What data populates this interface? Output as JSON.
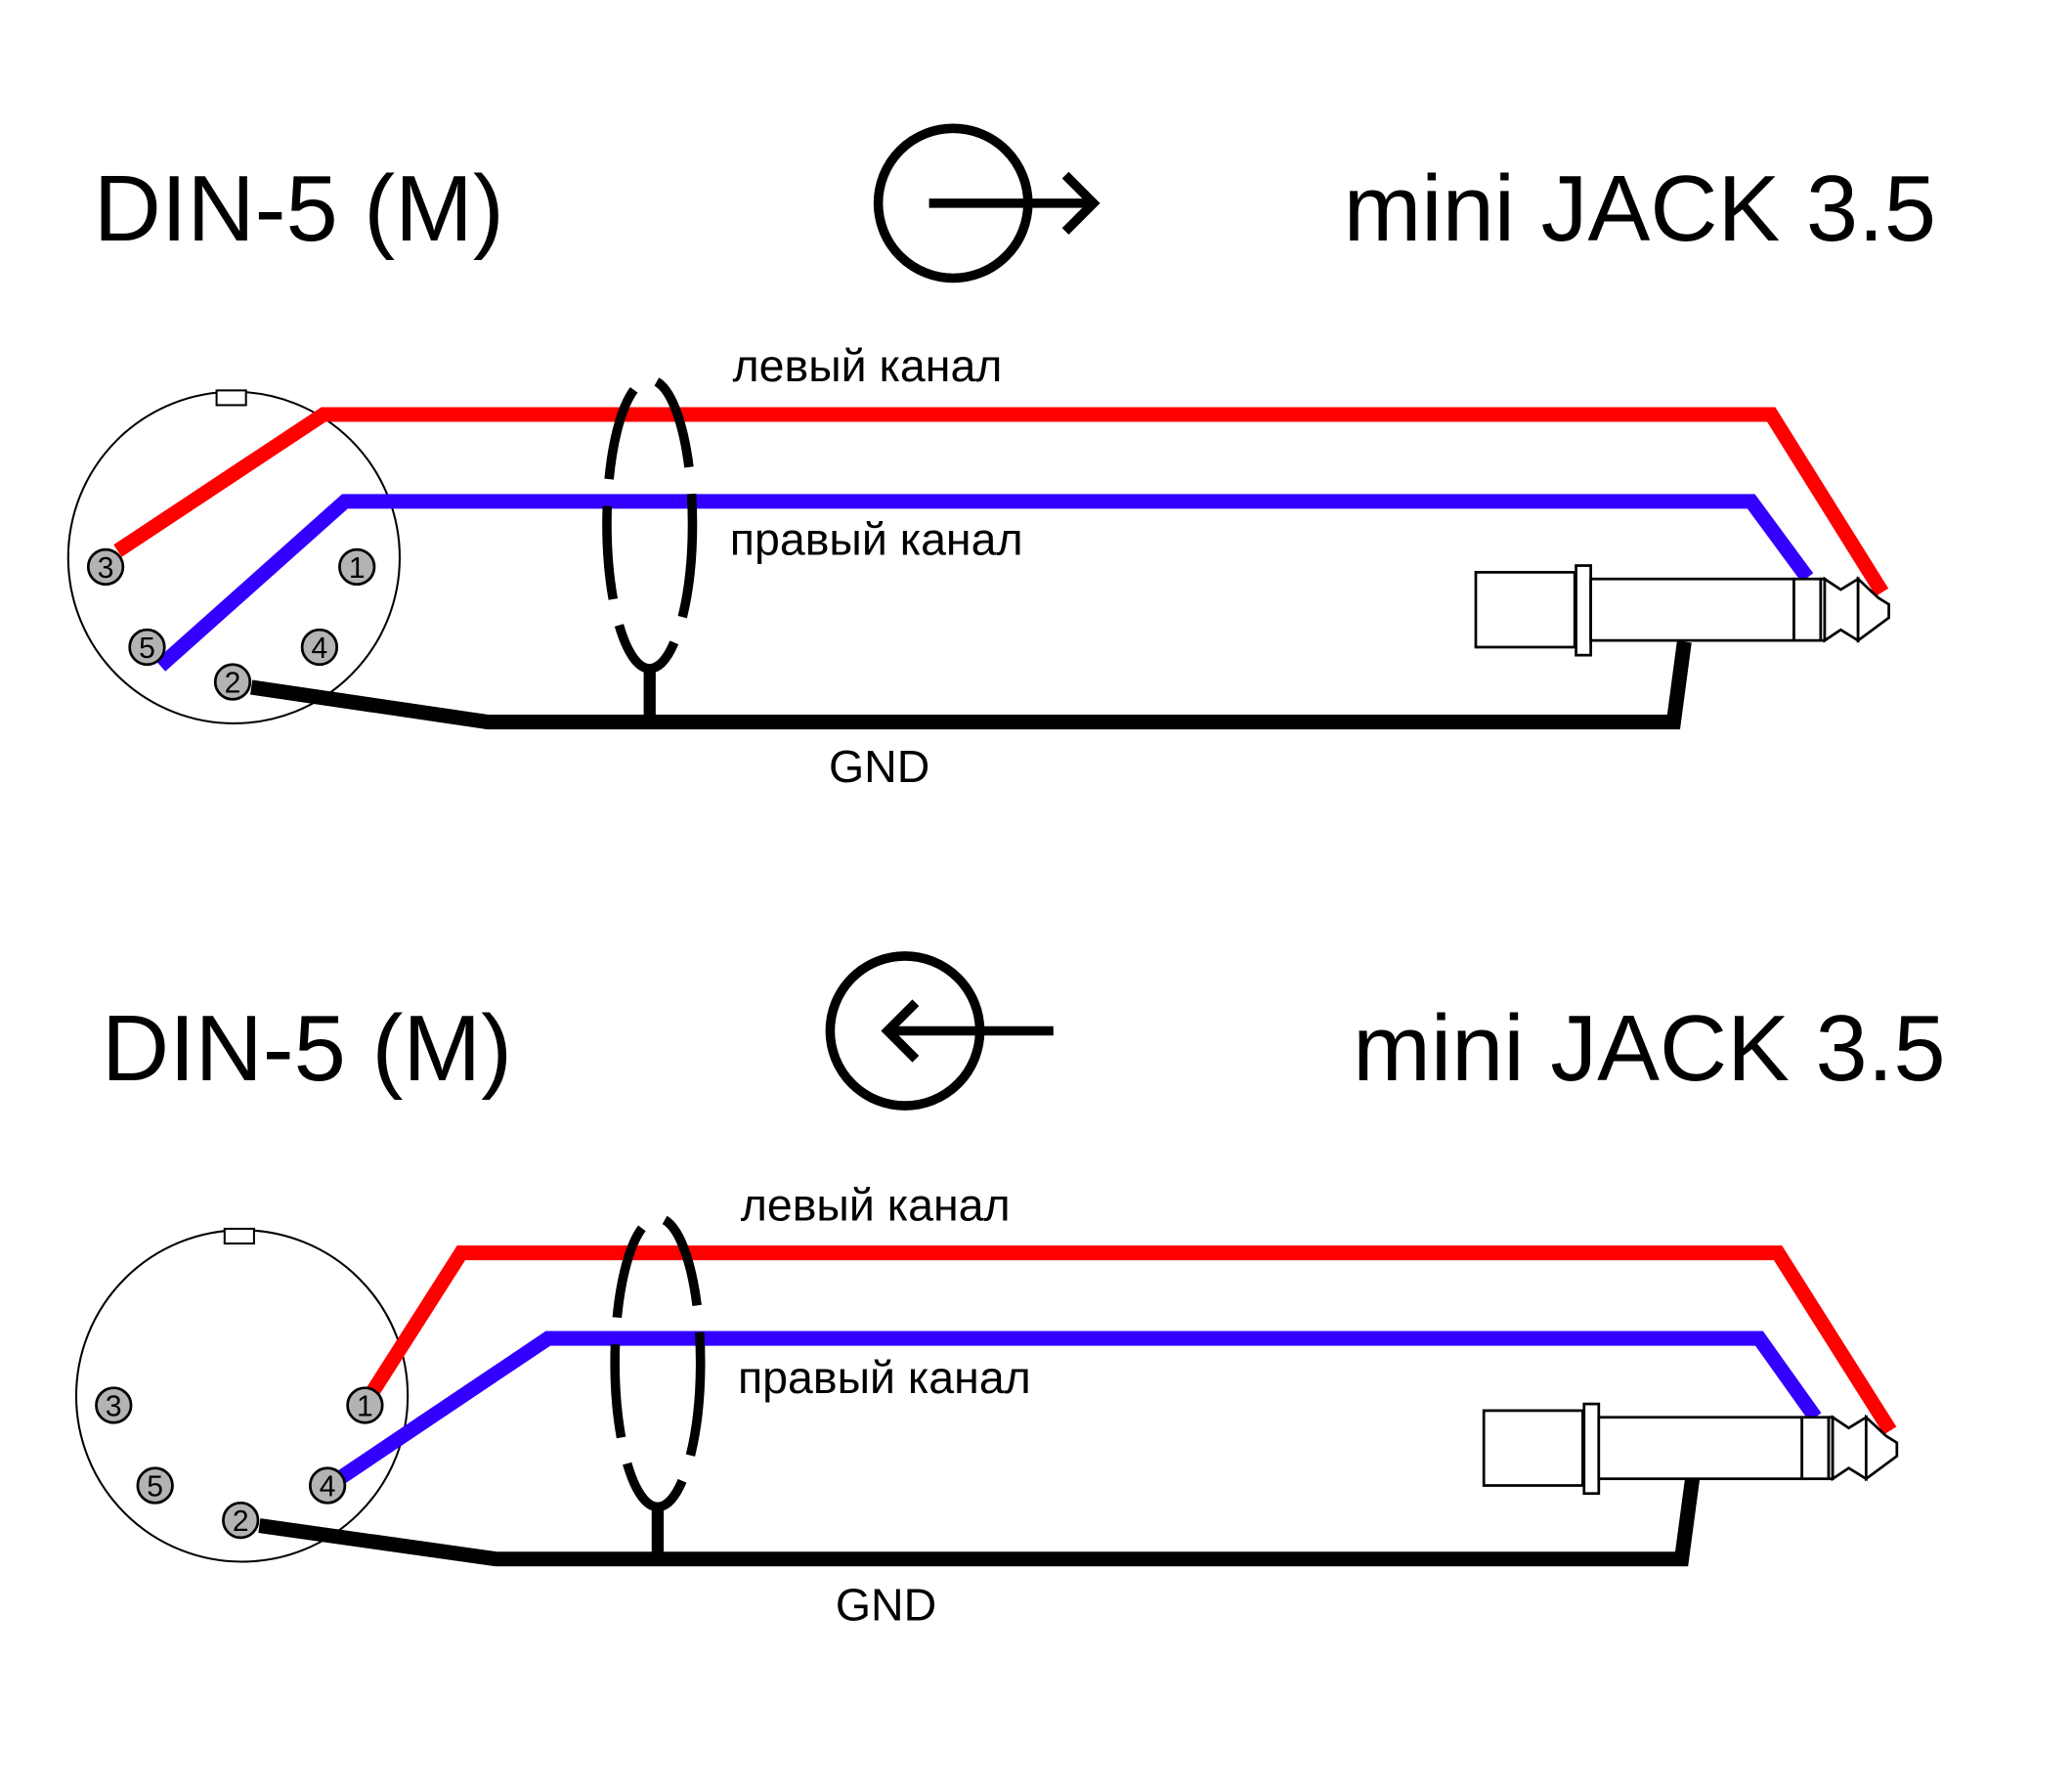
{
  "top": {
    "left_title": "DIN-5 (M)",
    "right_title": "mini JACK 3.5",
    "direction_icon": "output-arrow-icon",
    "left_channel_label": "левый канал",
    "right_channel_label": "правый канал",
    "gnd_label": "GND",
    "pins": [
      "1",
      "2",
      "3",
      "4",
      "5"
    ]
  },
  "bottom": {
    "left_title": "DIN-5 (M)",
    "right_title": "mini JACK 3.5",
    "direction_icon": "input-arrow-icon",
    "left_channel_label": "левый канал",
    "right_channel_label": "правый канал",
    "gnd_label": "GND",
    "pins": [
      "1",
      "2",
      "3",
      "4",
      "5"
    ]
  },
  "colors": {
    "left_channel": "#ff0000",
    "right_channel": "#3300ff",
    "ground": "#000000"
  }
}
